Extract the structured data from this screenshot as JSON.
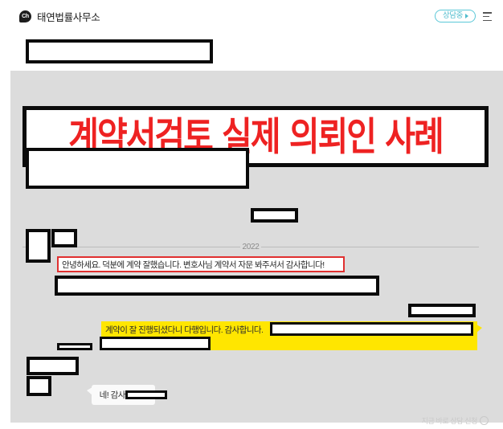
{
  "header": {
    "logo_text": "Ch",
    "logo_icon": "kakao-channel-bubble-icon",
    "channel_name": "태연법률사무소",
    "status_badge": "상담중",
    "status_badge_icon": "play-triangle-icon",
    "menu_icon": "kebab-menu-icon",
    "status_color": "#4fbccd"
  },
  "banner": {
    "title": "계약서검토 실제 의뢰인 사례",
    "title_color": "#ee2222",
    "border_color": "#0b0b0b"
  },
  "divider": {
    "date_label": "2022"
  },
  "messages": [
    {
      "id": "msg-incoming-1",
      "side": "left",
      "text": "안녕하세요. 덕분에 계약 잘했습니다. 변호사님 계약서 자문 봐주셔서 감사합니다!",
      "highlight": "red-outline",
      "highlight_color": "#e03030"
    },
    {
      "id": "msg-incoming-2",
      "side": "left",
      "text": "",
      "highlight": "redacted"
    },
    {
      "id": "msg-outgoing-1",
      "side": "right",
      "text": "계약이 잘 진행되셨다니 다행입니다. 감사합니다.",
      "highlight": "yellow-bubble",
      "highlight_color": "#ffe600"
    },
    {
      "id": "msg-incoming-3",
      "side": "left",
      "text": "네! 감사합니다",
      "highlight": "none"
    }
  ],
  "footer": {
    "hint_text": "지금 바로 상담 신청",
    "hint_icon": "circle-icon"
  },
  "redactions": {
    "count": 14,
    "fill": "#ffffff",
    "stroke": "#0a0a0a"
  },
  "colors": {
    "canvas": "#dcdcdc",
    "header_bg": "#ffffff",
    "bubble_white": "#fafafa"
  }
}
